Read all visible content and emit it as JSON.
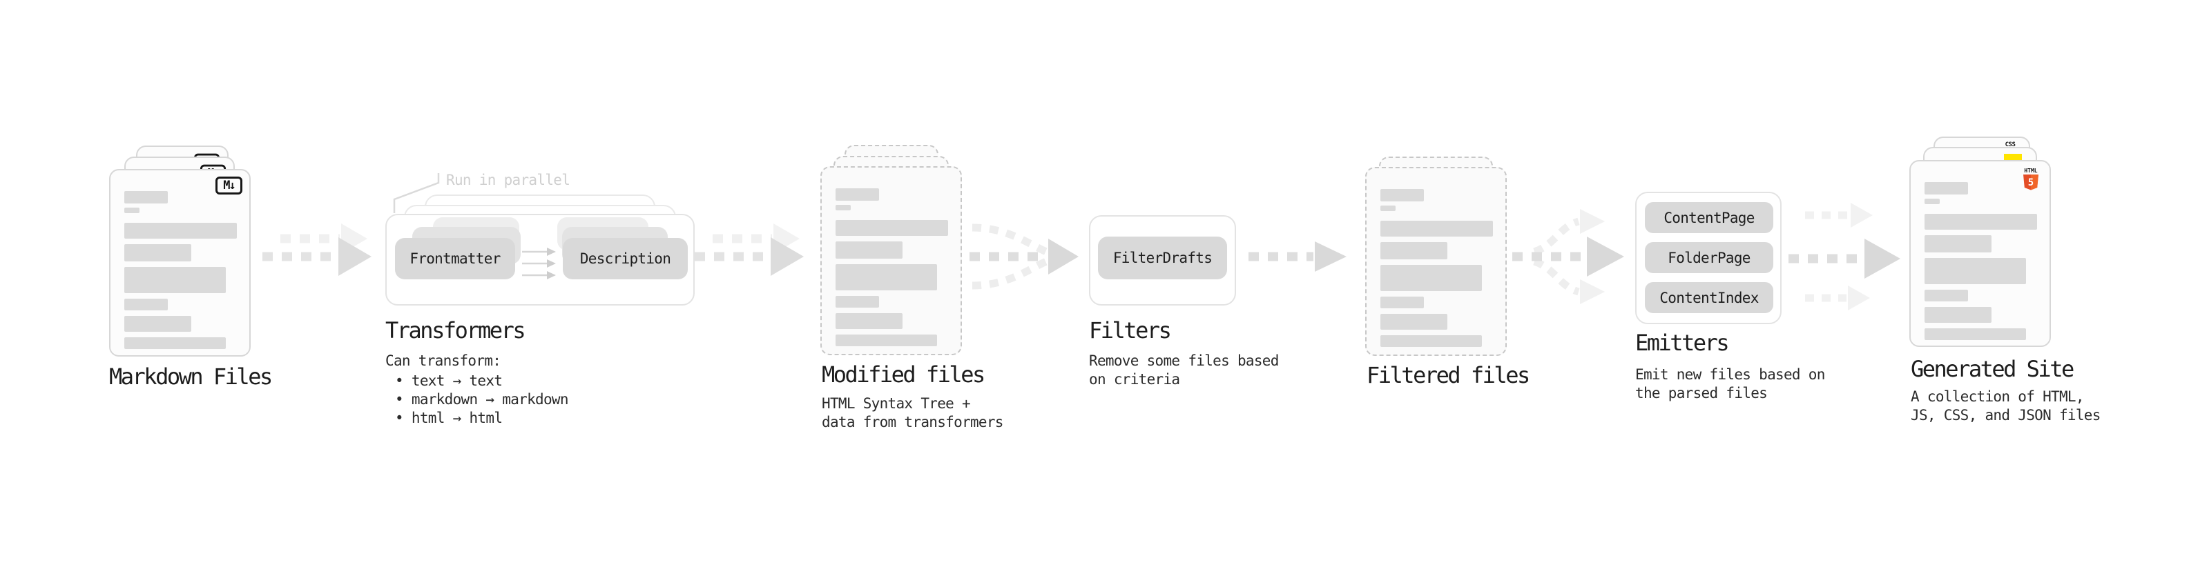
{
  "diagram": {
    "background": "#ffffff",
    "colors": {
      "pill_gray": "#d9d9d9",
      "arrow_gray": "#d9d9d9",
      "note_gray": "#cfcfcf",
      "html5_orange": "#e44d26",
      "html5_orange_light": "#f16529",
      "js_yellow": "#ffe400",
      "css_blue": "#2765ec"
    }
  },
  "nodes": {
    "markdown_files": {
      "label": "Markdown Files",
      "badge": "M↓"
    },
    "transformers": {
      "label": "Transformers",
      "note": "Run in parallel",
      "pills": [
        "Frontmatter",
        "Description"
      ],
      "desc_title": "Can transform:",
      "bullets": [
        "• text → text",
        "• markdown → markdown",
        "• html → html"
      ]
    },
    "modified_files": {
      "label": "Modified files",
      "desc": [
        "HTML Syntax Tree +",
        "data from transformers"
      ]
    },
    "filters": {
      "label": "Filters",
      "pill": "FilterDrafts",
      "desc": [
        "Remove some files based",
        "on criteria"
      ]
    },
    "filtered_files": {
      "label": "Filtered files"
    },
    "emitters": {
      "label": "Emitters",
      "pills": [
        "ContentPage",
        "FolderPage",
        "ContentIndex"
      ],
      "desc": [
        "Emit new files based on",
        "the parsed files"
      ]
    },
    "generated_site": {
      "label": "Generated Site",
      "badges": {
        "css": "CSS",
        "html_top": "HTML",
        "html_number": "5"
      },
      "desc": [
        "A collection of HTML,",
        "JS, CSS, and JSON files"
      ]
    }
  }
}
